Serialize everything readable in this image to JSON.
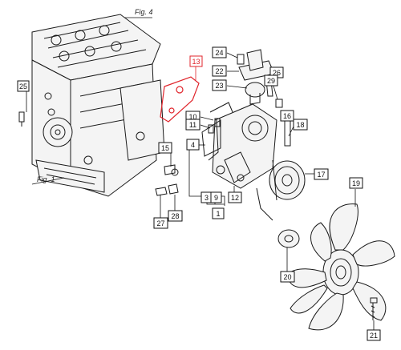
{
  "figure_refs": {
    "fig4": "Fig. 4",
    "fig1": "Fig. 1"
  },
  "highlight_color": "#e0242b",
  "callouts": [
    {
      "id": "c1",
      "label": "1"
    },
    {
      "id": "c3",
      "label": "3"
    },
    {
      "id": "c4",
      "label": "4"
    },
    {
      "id": "c9",
      "label": "9"
    },
    {
      "id": "c10",
      "label": "10"
    },
    {
      "id": "c11",
      "label": "11"
    },
    {
      "id": "c12",
      "label": "12"
    },
    {
      "id": "c13",
      "label": "13",
      "highlighted": true
    },
    {
      "id": "c15",
      "label": "15"
    },
    {
      "id": "c16",
      "label": "16"
    },
    {
      "id": "c17",
      "label": "17"
    },
    {
      "id": "c18",
      "label": "18"
    },
    {
      "id": "c19",
      "label": "19"
    },
    {
      "id": "c20",
      "label": "20"
    },
    {
      "id": "c21",
      "label": "21"
    },
    {
      "id": "c22",
      "label": "22"
    },
    {
      "id": "c23",
      "label": "23"
    },
    {
      "id": "c24",
      "label": "24"
    },
    {
      "id": "c25",
      "label": "25"
    },
    {
      "id": "c26",
      "label": "26"
    },
    {
      "id": "c27",
      "label": "27"
    },
    {
      "id": "c28",
      "label": "28"
    },
    {
      "id": "c29",
      "label": "29"
    }
  ]
}
